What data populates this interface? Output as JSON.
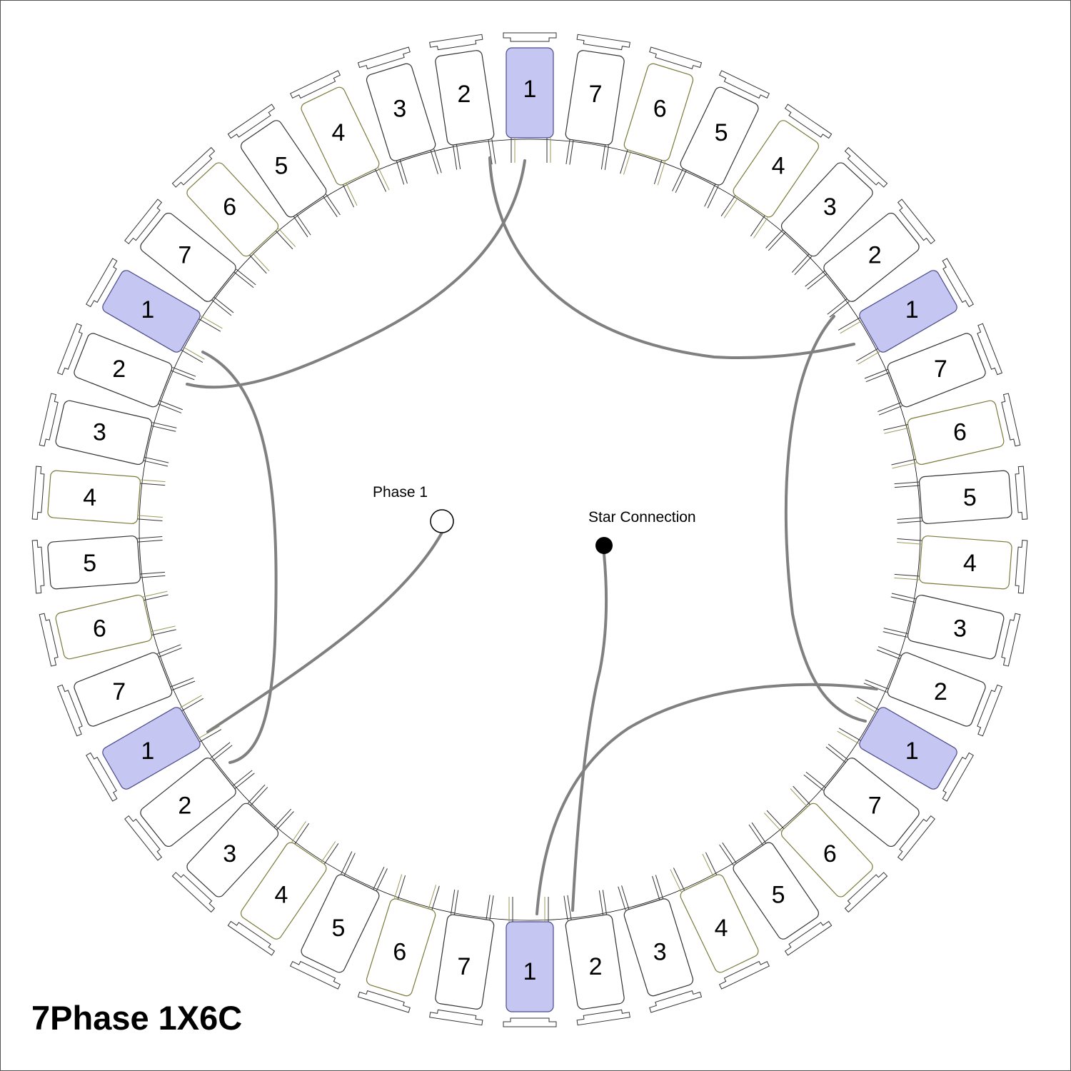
{
  "title": "7Phase 1X6C",
  "coils": [
    "1",
    "7",
    "6",
    "5",
    "4",
    "3",
    "2",
    "1",
    "7",
    "6",
    "5",
    "4",
    "3",
    "2",
    "1",
    "7",
    "6",
    "5",
    "4",
    "3",
    "2",
    "1",
    "7",
    "6",
    "5",
    "4",
    "3",
    "2",
    "1",
    "7",
    "6",
    "5",
    "4",
    "3",
    "2",
    "1",
    "7",
    "6",
    "5",
    "4",
    "3",
    "2"
  ],
  "highlighted_coil": "1",
  "connections": {
    "phase_label": "Phase 1",
    "star_label": "Star Connection"
  },
  "colors": {
    "highlight_fill": "#c6c6f2",
    "highlight_stroke": "#4a4a8a",
    "coil_stroke": "#333333",
    "accent_stroke": "#7a7a3a",
    "wire": "#808080"
  }
}
